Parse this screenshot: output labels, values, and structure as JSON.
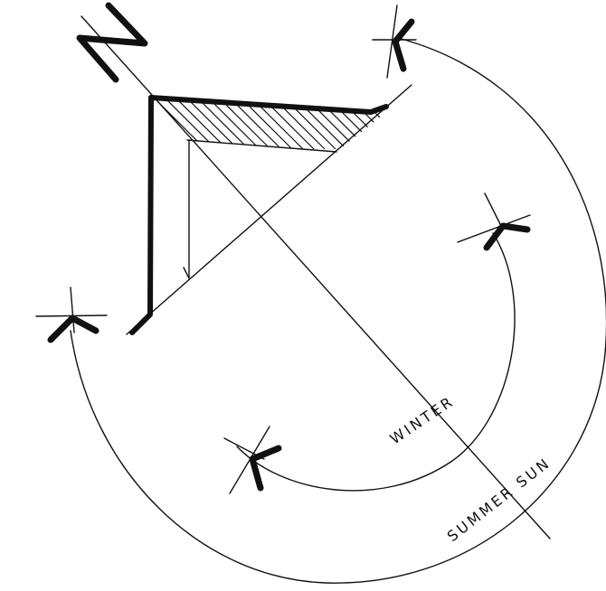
{
  "north_label": "N",
  "paths": {
    "winter_label": "WINTER",
    "summer_label": "SUMMER SUN"
  },
  "colors": {
    "ink": "#111111",
    "background": "#ffffff"
  },
  "icons": [
    "north-arrow",
    "sun-marker"
  ]
}
